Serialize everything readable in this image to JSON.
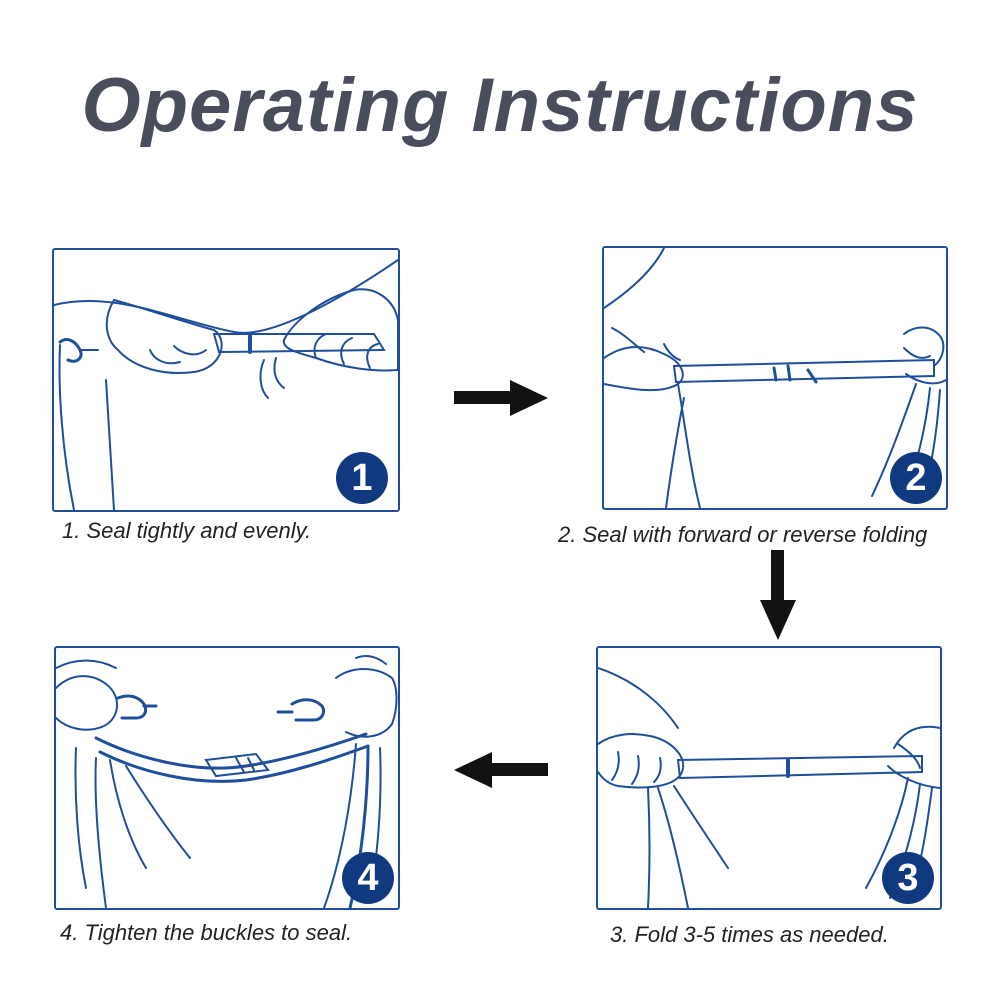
{
  "title": "Operating Instructions",
  "steps": [
    {
      "number": "1",
      "caption": "1. Seal tightly and evenly."
    },
    {
      "number": "2",
      "caption": "2. Seal with forward or reverse folding"
    },
    {
      "number": "3",
      "caption": "3. Fold 3-5 times as needed."
    },
    {
      "number": "4",
      "caption": "4. Tighten the buckles to seal."
    }
  ],
  "colors": {
    "line": "#1f4f9a",
    "badge": "#11397f",
    "title": "#4a4d5c",
    "arrow": "#111111"
  }
}
